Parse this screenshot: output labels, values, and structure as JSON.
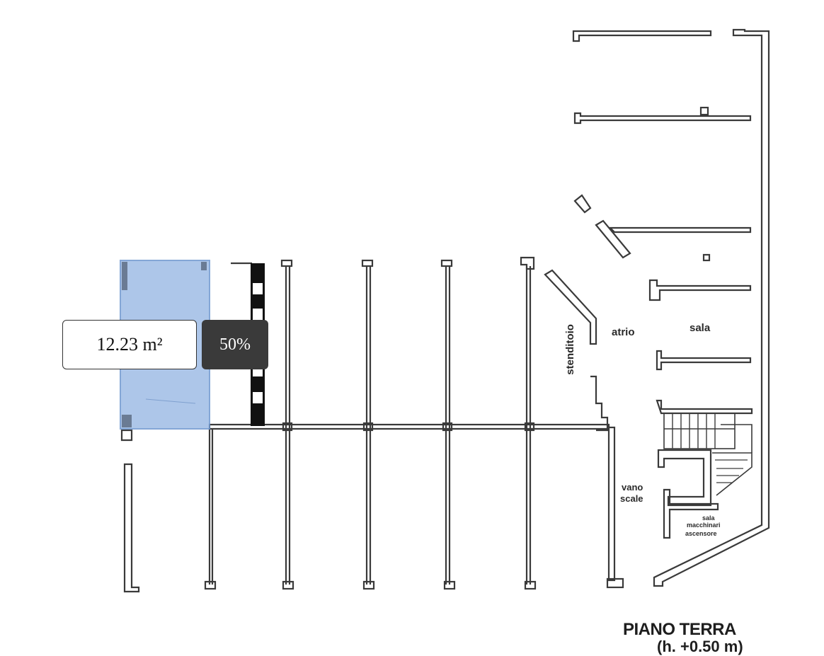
{
  "plan": {
    "title": "PIANO TERRA",
    "subtitle": "(h. +0.50 m)",
    "selection": {
      "area_label": "12.23 m²",
      "share_label": "50%",
      "highlight_color": "#9fbde6",
      "highlight_border": "#6f97cf"
    },
    "rooms": {
      "stenditoio": "stenditoio",
      "atrio": "atrio",
      "sala": "sala",
      "vano_scale_1": "vano",
      "vano_scale_2": "scale",
      "sala_macchinari_1": "sala",
      "sala_macchinari_2": "macchinari",
      "sala_macchinari_3": "ascensore"
    },
    "line_color": "#3a3a3a"
  }
}
